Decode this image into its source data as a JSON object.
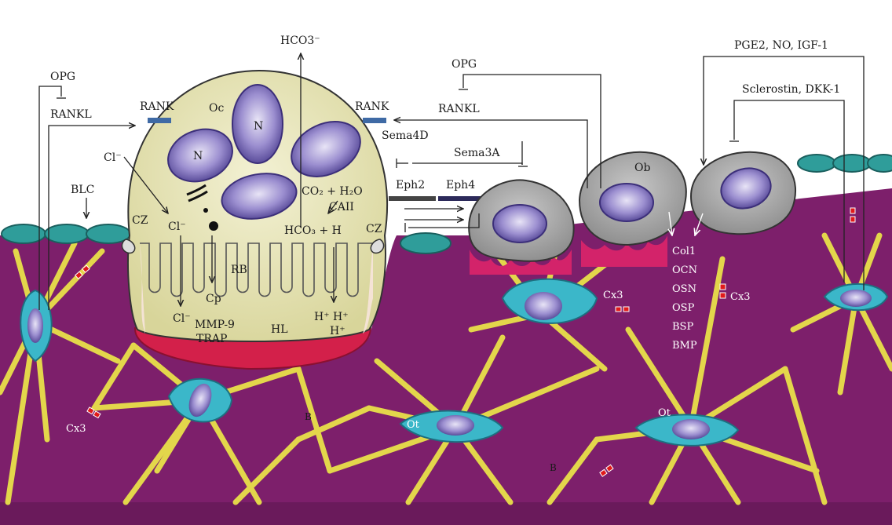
{
  "labels": {
    "opg_left": "OPG",
    "rankl_left": "RANKL",
    "rank_left": "RANK",
    "oc": "Oc",
    "n1": "N",
    "n2": "N",
    "hco3_top": "HCO3⁻",
    "rank_right": "RANK",
    "sema4d": "Sema4D",
    "sema3a": "Sema3A",
    "eph2": "Eph2",
    "eph4": "Eph4",
    "opg_mid": "OPG",
    "rankl_mid": "RANKL",
    "pge2": "PGE2, NO, IGF-1",
    "sclerostin": "Sclerostin, DKK-1",
    "ob": "Ob",
    "cl_top": "Cl⁻",
    "cl_mid": "Cl⁻",
    "cl_bottom": "Cl⁻",
    "blc": "BLC",
    "cz_left": "CZ",
    "cz_right": "CZ",
    "co2": "CO₂ + H₂O",
    "caii": "CAII",
    "hco3_h": "HCO₃ + H",
    "rb": "RB",
    "cp": "Cp",
    "mmp9": "MMP-9",
    "trap": "TRAP",
    "hl": "HL",
    "hplus_row": "H⁺ H⁺",
    "hplus_single": "H⁺",
    "b_left": "B",
    "b_mid": "B",
    "ot_left": "Ot",
    "ot_right": "Ot",
    "cx3_left": "Cx3",
    "cx3_mid": "Cx3",
    "cx3_right": "Cx3",
    "ob_products": [
      "Col1",
      "OCN",
      "OSN",
      "OSP",
      "BSP",
      "BMP"
    ]
  },
  "colors": {
    "bone_matrix": "#7d1f6b",
    "canaliculi": "#e9e04a",
    "osteocyte_cyan": "#3bb7c9",
    "osteoclast_body": "#e8e6b4",
    "nucleus": "#7d6fb8",
    "osteoblast_gray": "#a4a4a4",
    "lining_cell": "#2f9d9a",
    "resorption_red": "#d3204a",
    "cx3_red": "#e01a1a"
  }
}
